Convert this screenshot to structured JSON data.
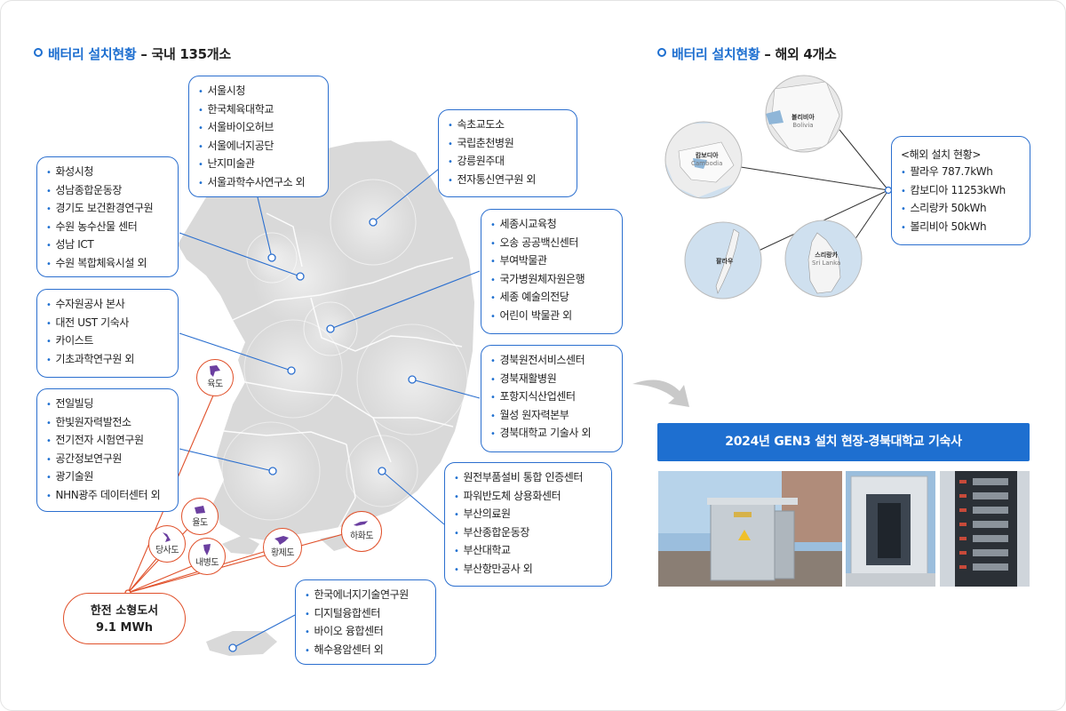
{
  "domestic_heading": {
    "label": "배터리 설치현황",
    "suffix": " – 국내 135개소"
  },
  "overseas_heading": {
    "label": "배터리 설치현황",
    "suffix": " – 해외 4개소"
  },
  "boxes": {
    "seoul": [
      "서울시청",
      "한국체육대학교",
      "서울바이오허브",
      "서울에너지공단",
      "난지미술관",
      "서울과학수사연구소 외"
    ],
    "gangwon": [
      "속초교도소",
      "국립춘천병원",
      "강릉원주대",
      "전자통신연구원 외"
    ],
    "gyeonggi": [
      "화성시청",
      "성남종합운동장",
      "경기도 보건환경연구원",
      "수원 농수산물 센터",
      "성남 ICT",
      "수원 복합체육시설 외"
    ],
    "sejong": [
      "세종시교육청",
      "오송 공공백신센터",
      "부여박물관",
      "국가병원체자원은행",
      "세종 예술의전당",
      "어린이 박물관 외"
    ],
    "daejeon": [
      "수자원공사 본사",
      "대전 UST 기숙사",
      "카이스트",
      "기초과학연구원 외"
    ],
    "gyeongbuk": [
      "경북원전서비스센터",
      "경북재활병원",
      "포항지식산업센터",
      "월성 원자력본부",
      "경북대학교 기술사 외"
    ],
    "honam": [
      "전일빌딩",
      "한빛원자력발전소",
      "전기전자 시험연구원",
      "공간정보연구원",
      "광기술원",
      "NHN광주 데이터센터 외"
    ],
    "gyeongnam": [
      "원전부품설비 통합 인증센터",
      "파워반도체 상용화센터",
      "부산의료원",
      "부산종합운동장",
      "부산대학교",
      "부산항만공사 외"
    ],
    "jeju": [
      "한국에너지기술연구원",
      "디지털융합센터",
      "바이오 융합센터",
      "해수용암센터 외"
    ]
  },
  "islands": [
    "육도",
    "율도",
    "당사도",
    "내병도",
    "황제도",
    "하화도"
  ],
  "kepco": {
    "line1": "한전 소형도서",
    "line2": "9.1 MWh"
  },
  "overseas": {
    "title": "<해외 설치 현황>",
    "items": [
      "팔라우 787.7kWh",
      "캄보디아 11253kWh",
      "스리랑카 50kWh",
      "볼리비아 50kWh"
    ]
  },
  "maps": {
    "cambodia": {
      "name": "캄보디아",
      "sub": "Cambodia"
    },
    "bolivia": {
      "name": "볼리비아",
      "sub": "Bolivia"
    },
    "palau": {
      "name": "팔라우"
    },
    "srilanka": {
      "name": "스리랑카",
      "sub": "Sri Lanka"
    }
  },
  "banner": "2024년 GEN3 설치 현장-경북대학교 기숙사",
  "colors": {
    "accent": "#1e6fd0",
    "island": "#e0502a",
    "map": "#d7d7d7",
    "sea": "#cfe0ef"
  }
}
